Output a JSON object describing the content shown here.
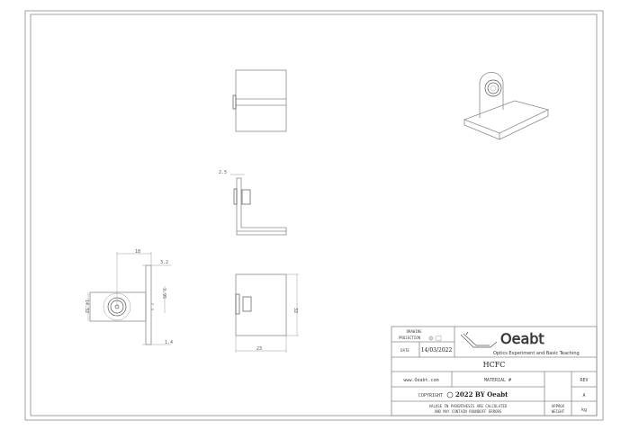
{
  "title_block": {
    "drawing_projection_label_1": "DRAWING",
    "drawing_projection_label_2": "PROJECTION",
    "date_label": "DATE",
    "date_value": "14/03/2022",
    "logo_text": "Oeabt",
    "logo_tagline": "Optics Experiment and Basic Teaching",
    "part_name": "HCFC",
    "website": "www.Oeabt.com",
    "material_label": "MATERIAL #",
    "rev_label": "REV",
    "rev_value": "A",
    "copyright_label": "COPYRIGHT",
    "copyright_value": "2022 BY Oeabt",
    "note_line_1": "VALUSE IN PARENTHESIS ARE CALCULATED",
    "note_line_2": "AND MAY CONTAIN ROUNDOFF ERRORS",
    "approx_label": "APPROX",
    "weight_label": "WEIGHT",
    "weight_unit": "kg"
  },
  "dimensions": {
    "width_18": "18",
    "thickness_3_2": "3.2",
    "offset_3_95": "3.95",
    "height_14_32": "14.32",
    "base_1_4": "1.4",
    "side_2_5": "2.5",
    "depth_32": "32",
    "width_23": "23"
  }
}
